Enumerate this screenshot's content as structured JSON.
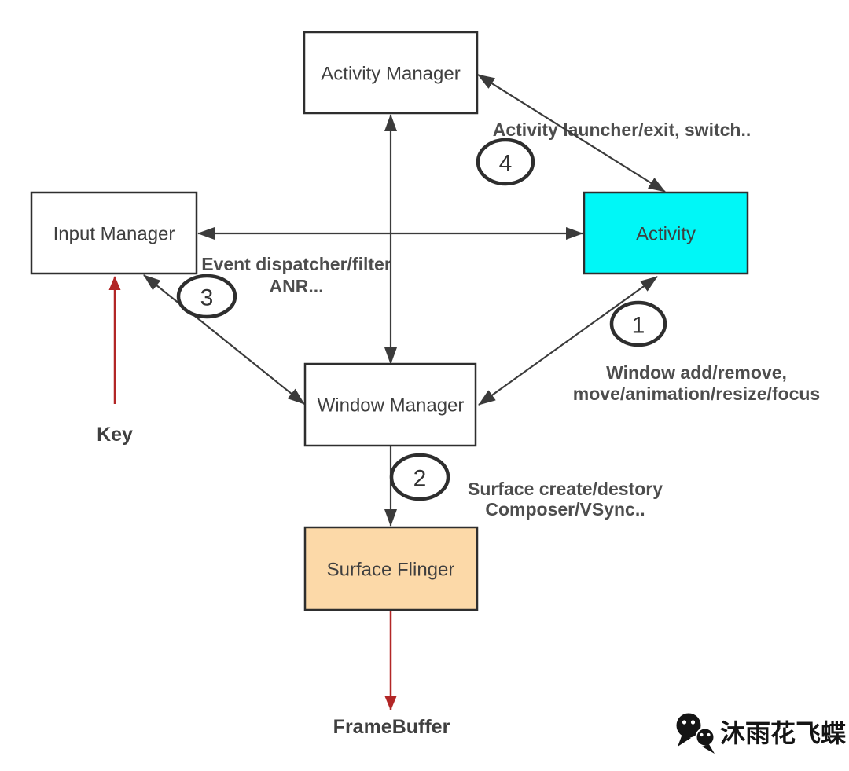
{
  "nodes": {
    "activity_manager": {
      "label": "Activity Manager",
      "fill": "#ffffff"
    },
    "input_manager": {
      "label": "Input Manager",
      "fill": "#ffffff"
    },
    "activity": {
      "label": "Activity",
      "fill": "#00f7f7"
    },
    "window_manager": {
      "label": "Window Manager",
      "fill": "#ffffff"
    },
    "surface_flinger": {
      "label": "Surface Flinger",
      "fill": "#fcd9a8"
    }
  },
  "steps": {
    "s1": {
      "number": "1",
      "description_line1": "Window add/remove,",
      "description_line2": "move/animation/resize/focus"
    },
    "s2": {
      "number": "2",
      "description_line1": "Surface create/destory",
      "description_line2": "Composer/VSync.."
    },
    "s3": {
      "number": "3",
      "description_line1": "Event dispatcher/filter",
      "description_line2": "ANR..."
    },
    "s4": {
      "number": "4",
      "description_line1": "Activity launcher/exit, switch.."
    }
  },
  "labels": {
    "key": "Key",
    "framebuffer": "FrameBuffer"
  },
  "watermark": {
    "text": "沐雨花飞蝶"
  },
  "colors": {
    "connector": "#3b3b3b",
    "red_arrow": "#b22626",
    "node_border": "#2e2e2e",
    "activity_fill": "#00f7f7",
    "surface_flinger_fill": "#fcd9a8",
    "background": "#ffffff"
  }
}
